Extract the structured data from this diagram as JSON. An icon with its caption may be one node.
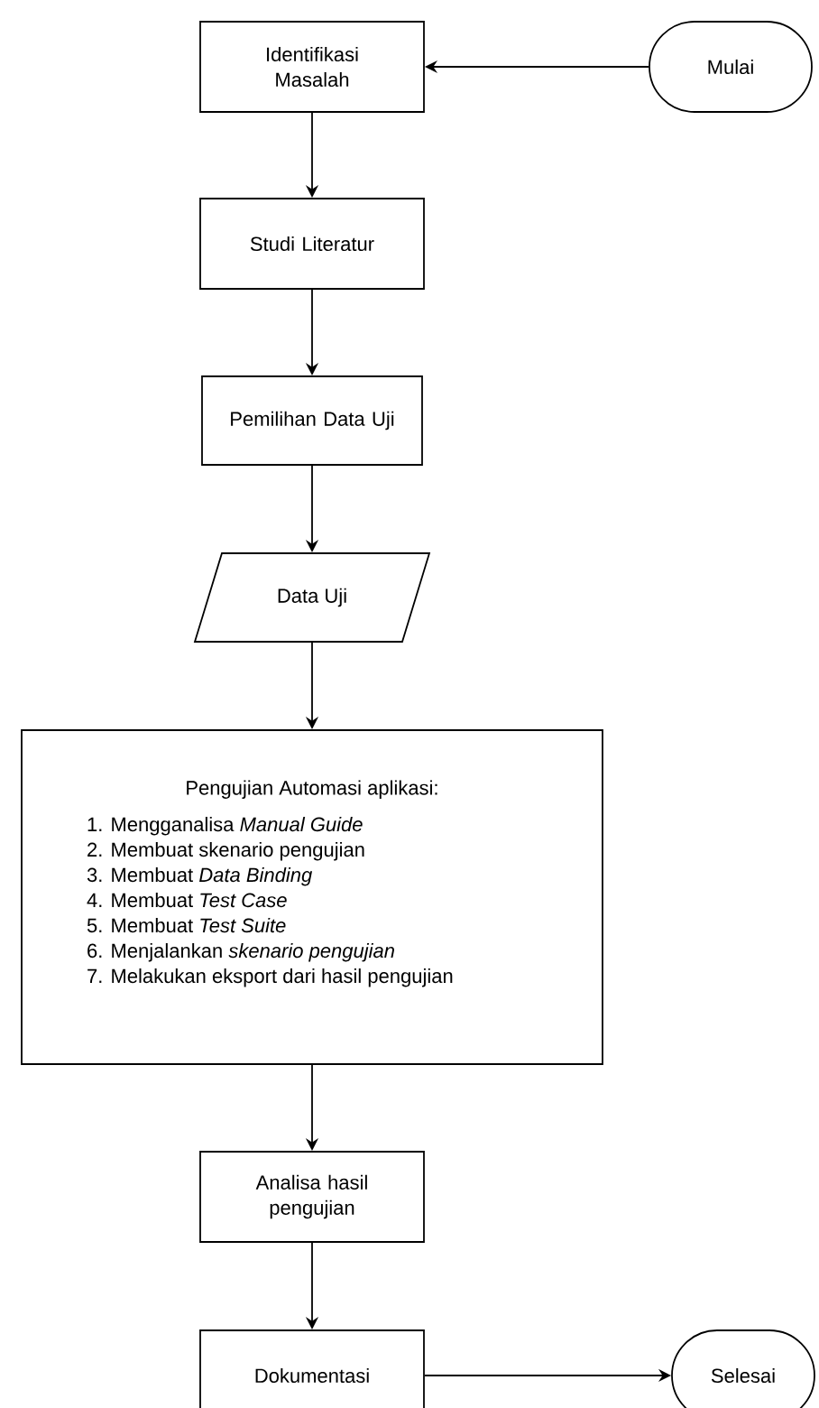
{
  "diagram": {
    "nodes": [
      {
        "text": [
          "Mulai"
        ]
      },
      {
        "text": [
          "Identifikasi Masalah"
        ]
      },
      {
        "text": [
          "Studi Literatur"
        ]
      },
      {
        "text": [
          "Pemilihan Data Uji"
        ]
      },
      {
        "text": [
          "Data Uji"
        ]
      },
      {
        "text": [
          "Pengujian Automasi aplikasi:",
          "1. Mengganalisa *Manual Guide*",
          "2. Membuat skenario pengujian",
          "3. Membuat *Data Binding*",
          "4. Membuat *Test Case*",
          "5. Membuat *Test Suite*",
          "6. Menjalankan *skenario pengujian*",
          "7. Melakukan eksport dari hasil pengujian"
        ]
      },
      {
        "text": [
          "Analisa hasil pengujian"
        ]
      },
      {
        "text": [
          "Dokumentasi"
        ]
      },
      {
        "text": [
          "Selesai"
        ]
      }
    ],
    "edges": [
      {
        "from": 0,
        "to": 1,
        "arrow": "to"
      },
      {
        "from": 1,
        "to": 2,
        "arrow": "to"
      },
      {
        "from": 2,
        "to": 3,
        "arrow": "to"
      },
      {
        "from": 3,
        "to": 4,
        "arrow": "to"
      },
      {
        "from": 4,
        "to": 5,
        "arrow": "to"
      },
      {
        "from": 5,
        "to": 6,
        "arrow": "to"
      },
      {
        "from": 6,
        "to": 7,
        "arrow": "to"
      },
      {
        "from": 7,
        "to": 8,
        "arrow": "to"
      }
    ]
  }
}
